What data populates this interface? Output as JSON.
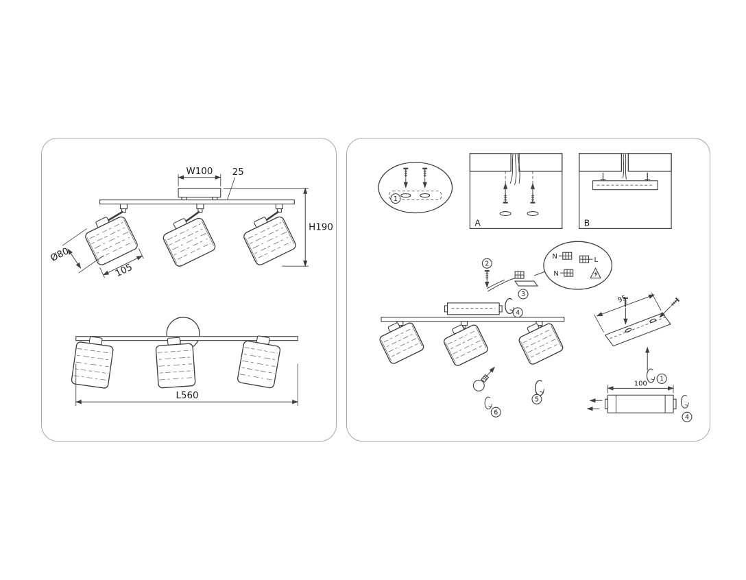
{
  "left_panel": {
    "dim_w100": "W100",
    "dim_25": "25",
    "dim_h190": "H190",
    "dim_d80": "Ø80",
    "dim_105": "105",
    "dim_l560": "L560"
  },
  "right_panel": {
    "label_a": "A",
    "label_b": "B",
    "step1": "1",
    "step2": "2",
    "step3": "3",
    "step4": "4",
    "step5": "5",
    "step6": "6",
    "wiring_n_top": "N",
    "wiring_l": "L",
    "wiring_n_bottom": "N",
    "dim_95": "95",
    "dim_100": "100"
  }
}
